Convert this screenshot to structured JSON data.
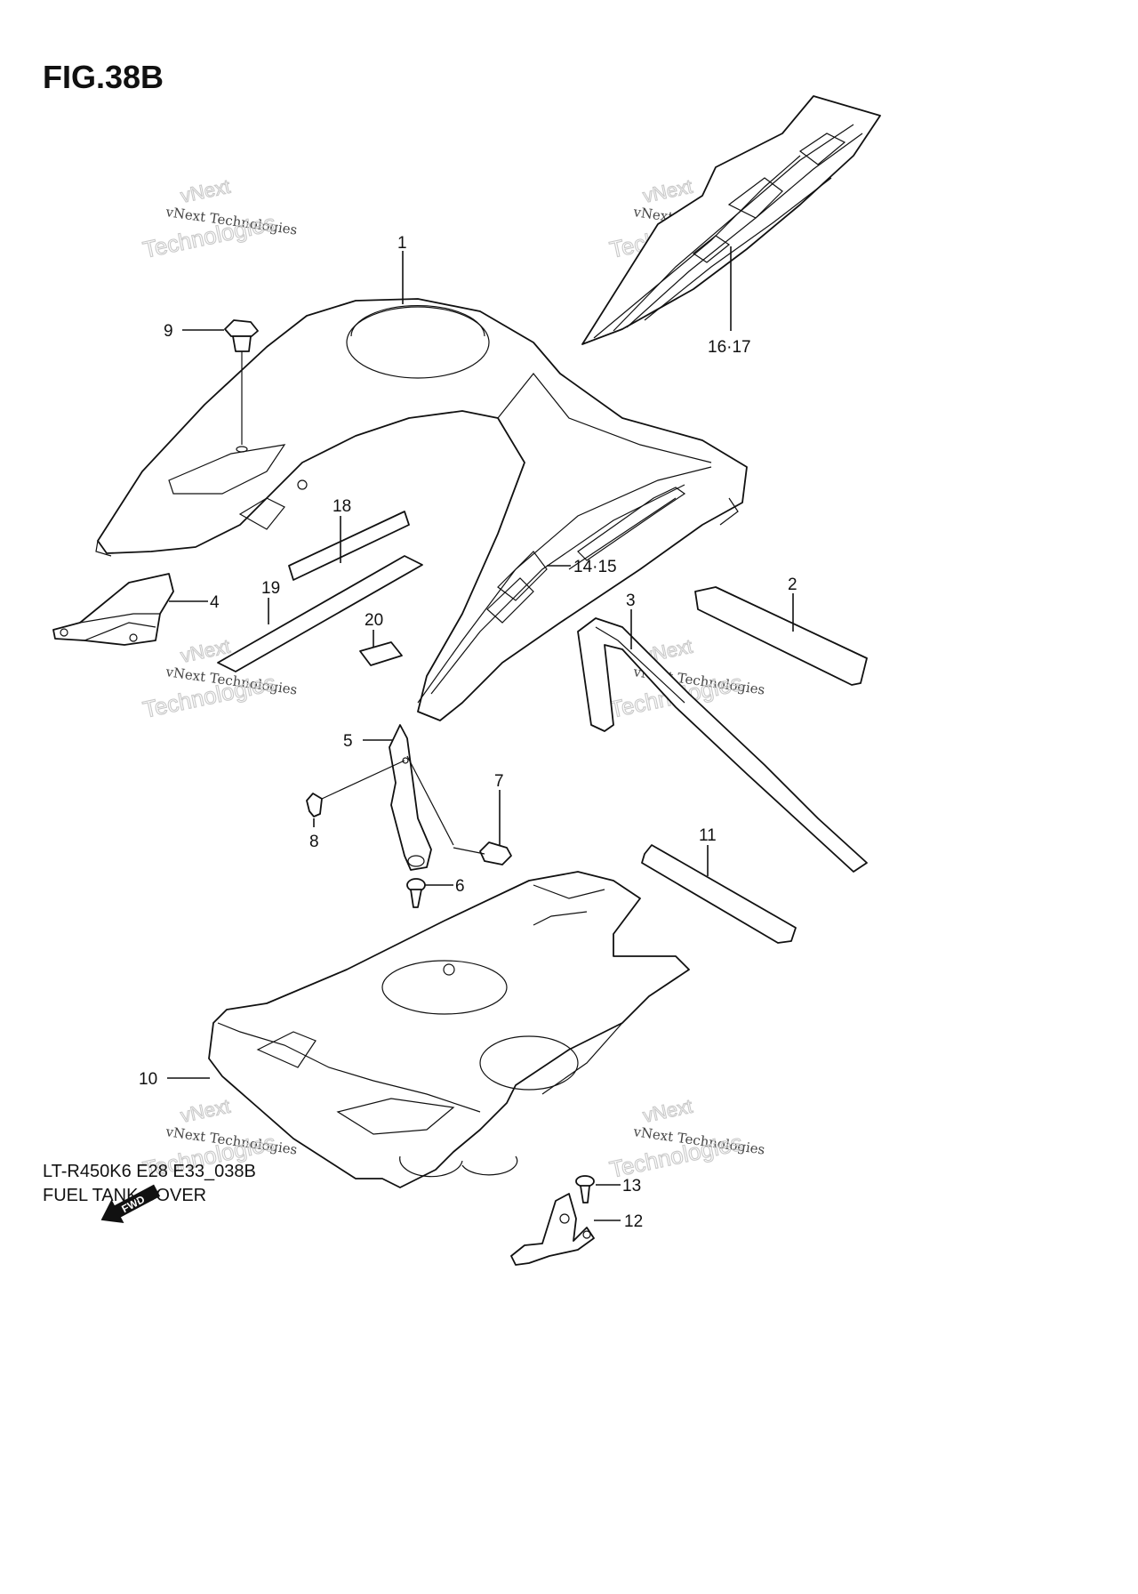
{
  "figure": {
    "title": "FIG.38B",
    "drawing_code": "LT-R450K6 E28 E33_038B",
    "drawing_name": "FUEL TANK COVER"
  },
  "callouts": [
    {
      "id": "c1",
      "label": "1"
    },
    {
      "id": "c2",
      "label": "2"
    },
    {
      "id": "c3",
      "label": "3"
    },
    {
      "id": "c4",
      "label": "4"
    },
    {
      "id": "c5",
      "label": "5"
    },
    {
      "id": "c6",
      "label": "6"
    },
    {
      "id": "c7",
      "label": "7"
    },
    {
      "id": "c8",
      "label": "8"
    },
    {
      "id": "c9",
      "label": "9"
    },
    {
      "id": "c10",
      "label": "10"
    },
    {
      "id": "c11",
      "label": "11"
    },
    {
      "id": "c12",
      "label": "12"
    },
    {
      "id": "c13",
      "label": "13"
    },
    {
      "id": "c14",
      "label": "14·15"
    },
    {
      "id": "c16",
      "label": "16·17"
    },
    {
      "id": "c18",
      "label": "18"
    },
    {
      "id": "c19",
      "label": "19"
    },
    {
      "id": "c20",
      "label": "20"
    }
  ],
  "watermark": {
    "line0": "vNext",
    "line1": "vNext Technologies",
    "line2": "Technologies"
  },
  "icons": {
    "forward_arrow_text": "FWD"
  }
}
